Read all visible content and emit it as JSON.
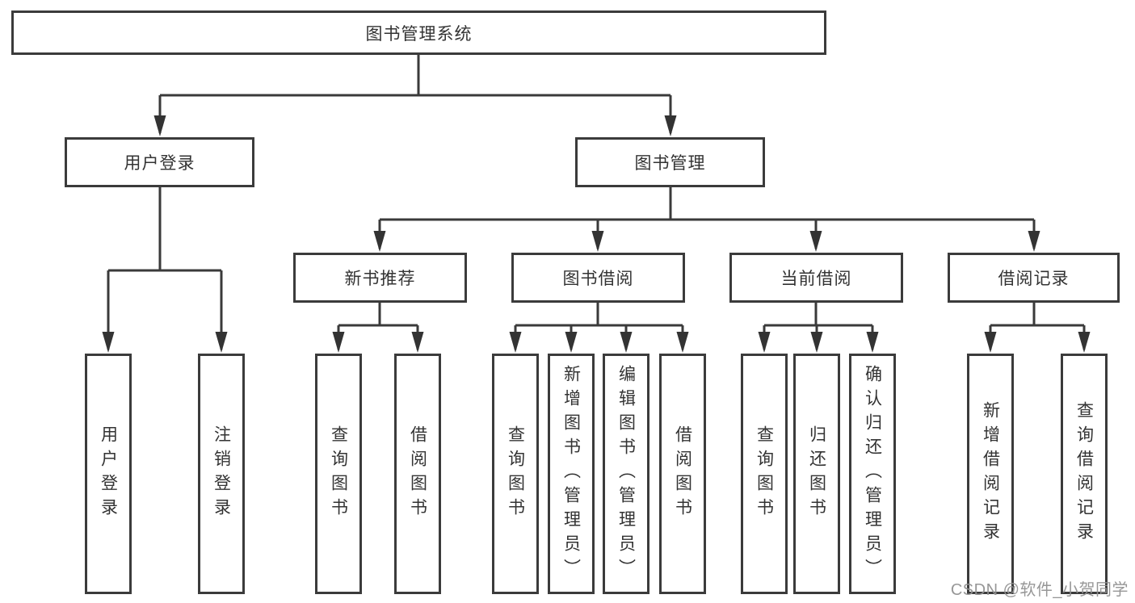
{
  "root": {
    "label": "图书管理系统"
  },
  "branches": {
    "user": {
      "label": "用户登录",
      "children": [
        "用户登录",
        "注销登录"
      ]
    },
    "book": {
      "label": "图书管理"
    }
  },
  "book_sections": [
    {
      "label": "新书推荐",
      "children": [
        "查询图书",
        "借阅图书"
      ]
    },
    {
      "label": "图书借阅",
      "children": [
        "查询图书",
        "新增图书（管理员）",
        "编辑图书（管理员）",
        "借阅图书"
      ]
    },
    {
      "label": "当前借阅",
      "children": [
        "查询图书",
        "归还图书",
        "确认归还（管理员）"
      ]
    },
    {
      "label": "借阅记录",
      "children": [
        "新增借阅记录",
        "查询借阅记录"
      ]
    }
  ],
  "watermark": "CSDN @软件_小贺同学",
  "colors": {
    "background": "#ffffff",
    "box_border": "#3b3b3b",
    "connector_line": "#3a3a3a",
    "arrowhead": "#333333",
    "text": "#333333",
    "watermark_text": "#919191"
  }
}
